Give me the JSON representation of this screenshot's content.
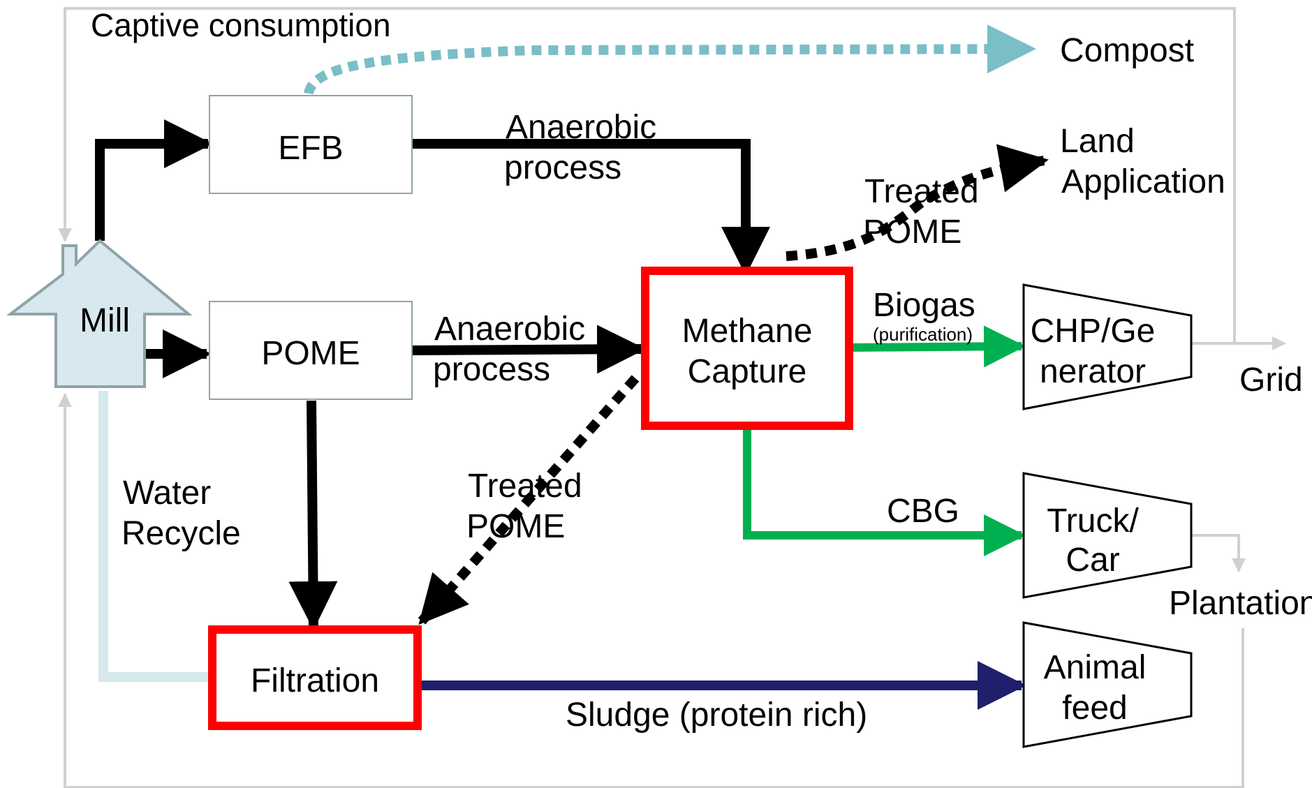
{
  "frame": {
    "label": "Captive consumption"
  },
  "nodes": {
    "mill": "Mill",
    "efb": "EFB",
    "pome": "POME",
    "methane": [
      "Methane",
      "Capture"
    ],
    "filtration": "Filtration",
    "chp": [
      "CHP/Ge",
      "nerator"
    ],
    "truck": [
      "Truck/",
      "Car"
    ],
    "animal": [
      "Animal",
      "feed"
    ]
  },
  "outputs": {
    "compost": "Compost",
    "land": [
      "Land",
      "Application"
    ],
    "grid": "Grid",
    "plantation": "Plantation"
  },
  "flows": {
    "efb_process": [
      "Anaerobic",
      "process"
    ],
    "pome_process": [
      "Anaerobic",
      "process"
    ],
    "treated_pome_land": [
      "Treated",
      "POME"
    ],
    "treated_pome_filtration": [
      "Treated",
      "POME"
    ],
    "biogas": "Biogas",
    "purification": "(purification)",
    "cbg": "CBG",
    "sludge": "Sludge (protein rich)",
    "water_recycle": [
      "Water",
      "Recycle"
    ]
  },
  "colors": {
    "main_flow": "#000000",
    "compost_flow": "#7ABEC6",
    "gas_flow": "#00B050",
    "sludge_flow": "#1F1F6B",
    "water_flow": "#D5E8EC",
    "feedback_flow": "#D0D0D0",
    "highlight_box": "#FF0000",
    "mill_fill": "#D7E9EE",
    "mill_stroke": "#8FA3A8"
  }
}
